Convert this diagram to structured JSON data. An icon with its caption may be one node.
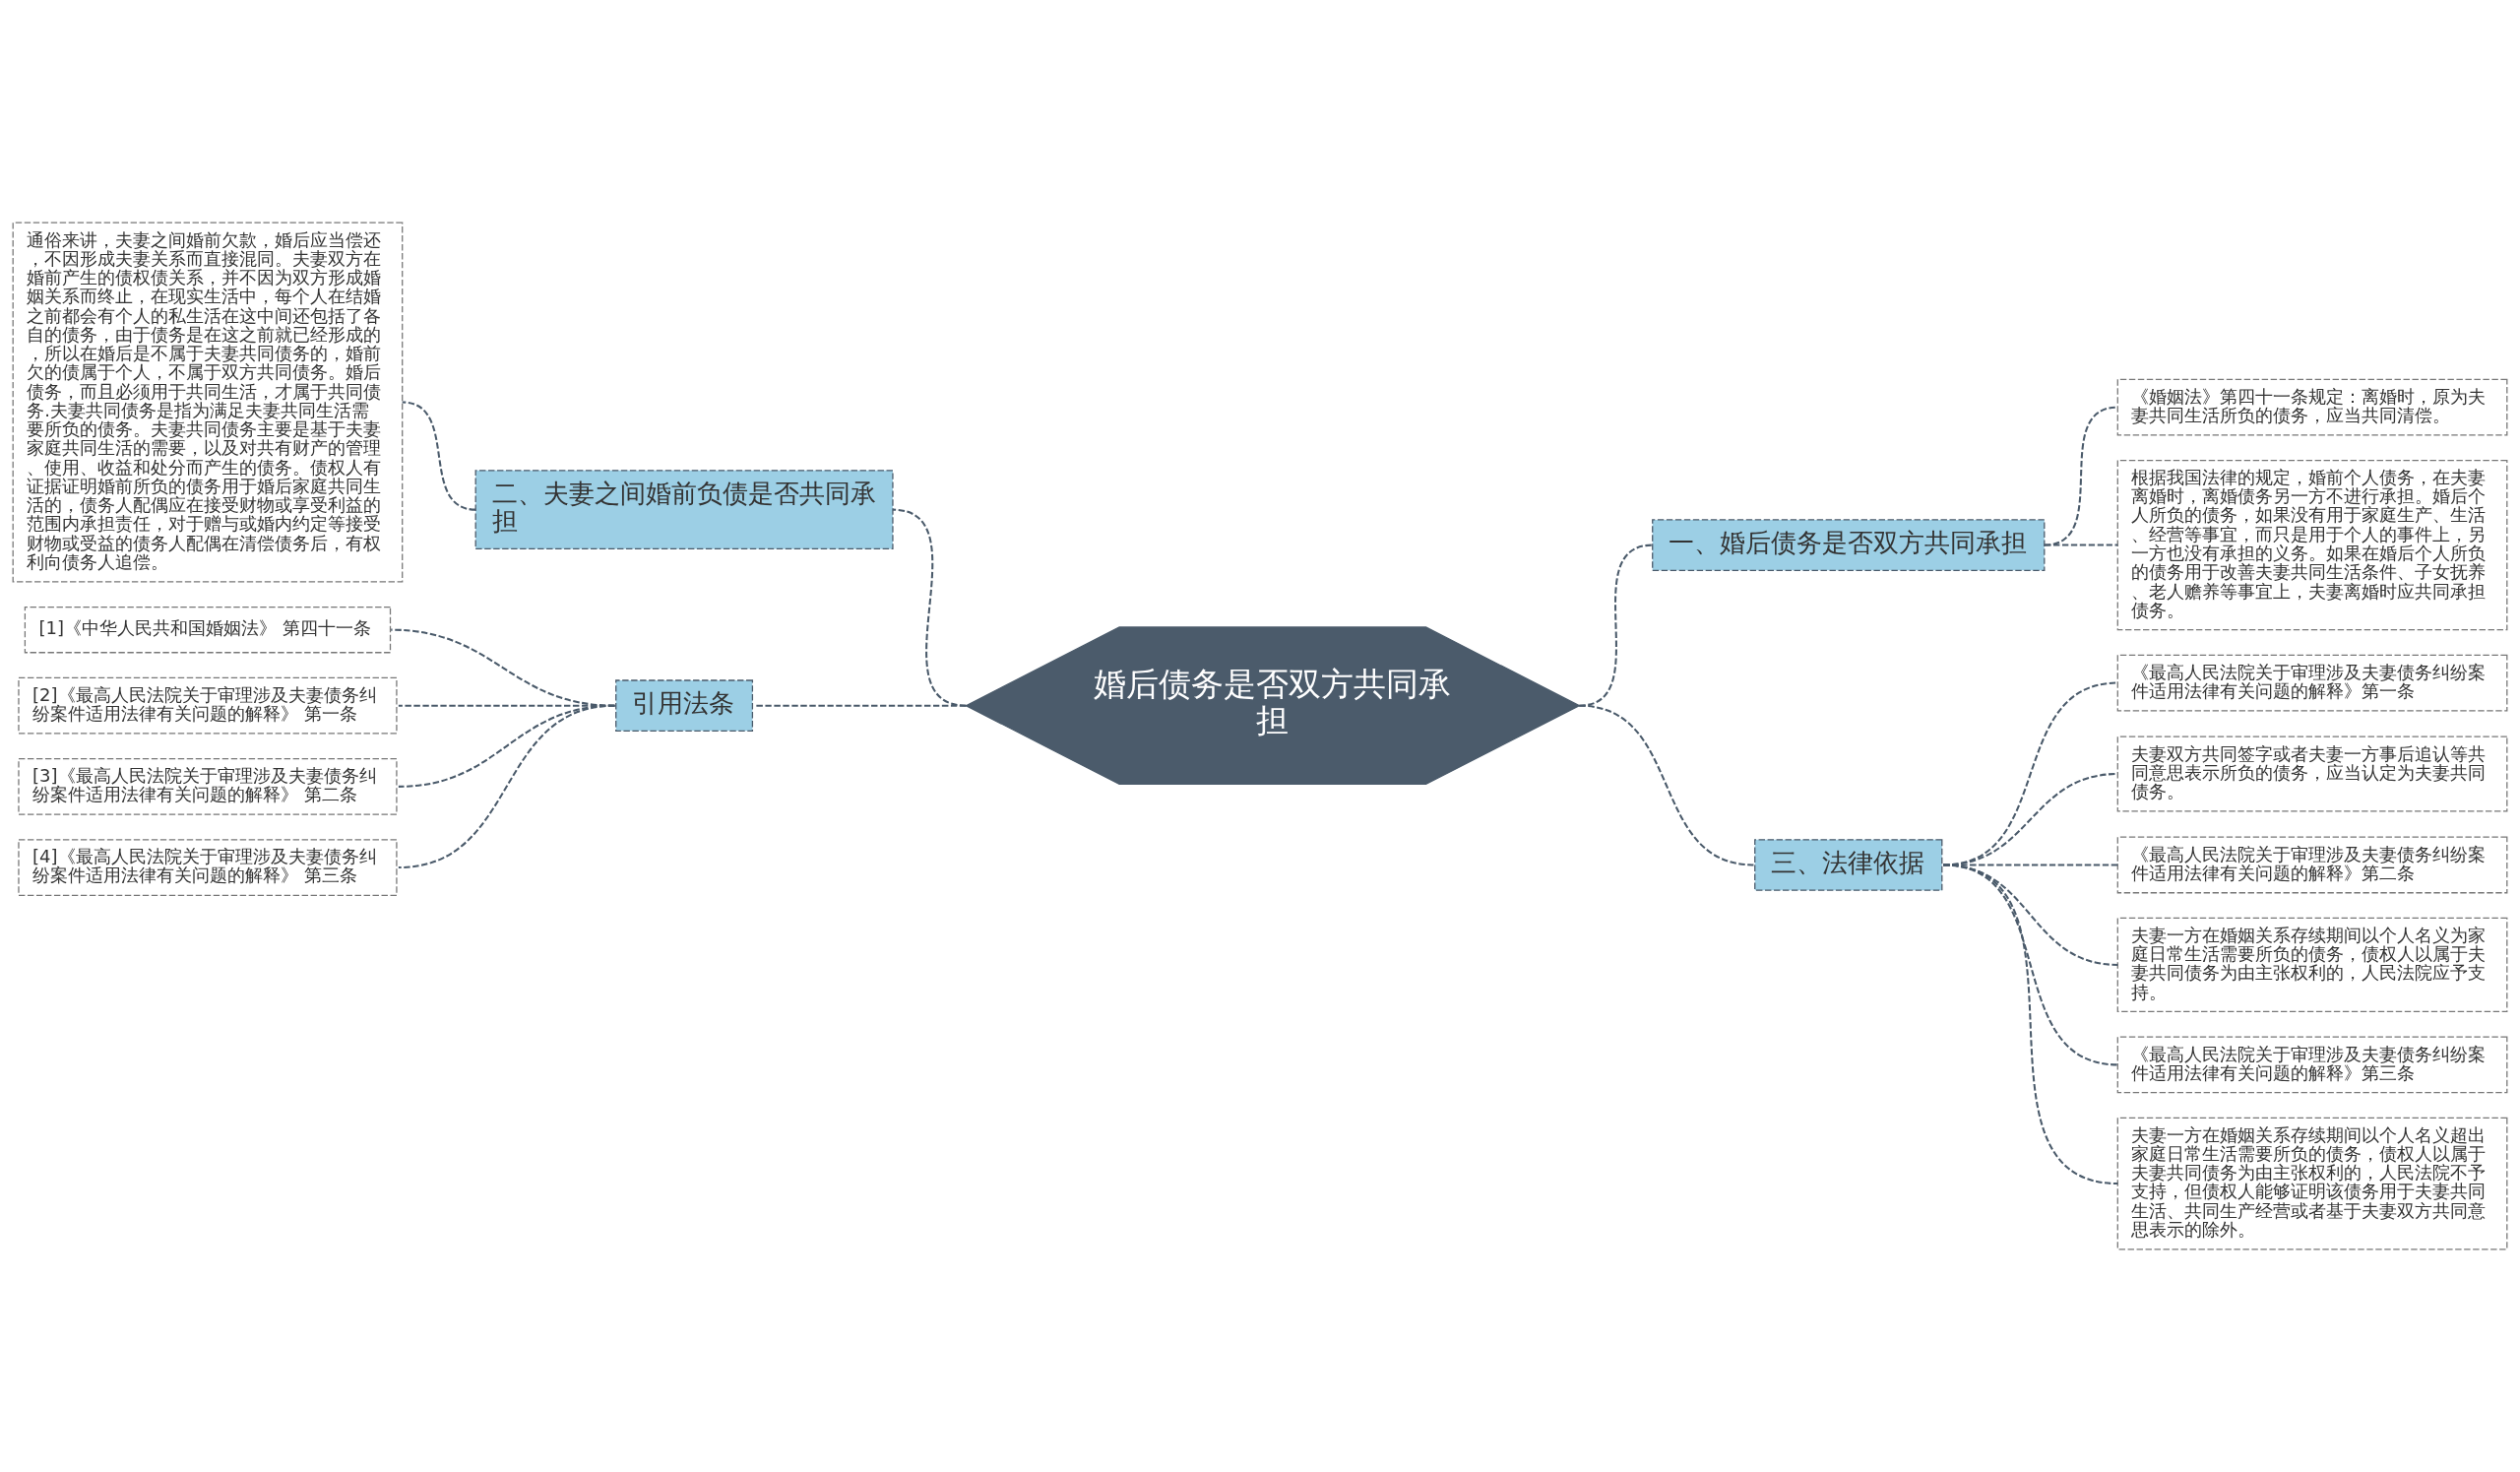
{
  "diagram": {
    "nodes": [
      {
        "text": [
          "婚后债务是否双方共同承担"
        ]
      },
      {
        "text": [
          "一、婚后债务是否双方共同承担"
        ]
      },
      {
        "text": [
          "《婚姻法》第四十一条规定：离婚时，原为夫妻共同生活所负的债务，应当共同清偿。"
        ]
      },
      {
        "text": [
          "根据我国法律的规定，婚前个人债务，在夫妻离婚时，离婚债务另一方不进行承担。婚后个人所负的债务，如果没有用于家庭生产、生活、经营等事宜，而只是用于个人的事件上，另一方也没有承担的义务。如果在婚后个人所负的债务用于改善夫妻共同生活条件、子女抚养、老人赡养等事宜上，夫妻离婚时应共同承担债务。"
        ]
      },
      {
        "text": [
          "二、夫妻之间婚前负债是否共同承担"
        ]
      },
      {
        "text": [
          "通俗来讲，夫妻之间婚前欠款，婚后应当偿还，不因形成夫妻关系而直接混同。夫妻双方在婚前产生的债权债关系，并不因为双方形成婚姻关系而终止，在现实生活中，每个人在结婚之前都会有个人的私生活在这中间还包括了各自的债务，由于债务是在这之前就已经形成的，所以在婚后是不属于夫妻共同债务的，婚前欠的债属于个人，不属于双方共同债务。婚后债务，而且必须用于共同生活，才属于共同债务.夫妻共同债务是指为满足夫妻共同生活需要所负的债务。夫妻共同债务主要是基于夫妻家庭共同生活的需要，以及对共有财产的管理、使用、收益和处分而产生的债务。债权人有证据证明婚前所负的债务用于婚后家庭共同生活的，债务人配偶应在接受财物或享受利益的范围内承担责任，对于赠与或婚内约定等接受财物或受益的债务人配偶在清偿债务后，有权利向债务人追偿。"
        ]
      },
      {
        "text": [
          "三、法律依据"
        ]
      },
      {
        "text": [
          "《最高人民法院关于审理涉及夫妻债务纠纷案件适用法律有关问题的解释》第一条"
        ]
      },
      {
        "text": [
          "夫妻双方共同签字或者夫妻一方事后追认等共同意思表示所负的债务，应当认定为夫妻共同债务。"
        ]
      },
      {
        "text": [
          "《最高人民法院关于审理涉及夫妻债务纠纷案件适用法律有关问题的解释》第二条"
        ]
      },
      {
        "text": [
          "夫妻一方在婚姻关系存续期间以个人名义为家庭日常生活需要所负的债务，债权人以属于夫妻共同债务为由主张权利的，人民法院应予支持。"
        ]
      },
      {
        "text": [
          "《最高人民法院关于审理涉及夫妻债务纠纷案件适用法律有关问题的解释》第三条"
        ]
      },
      {
        "text": [
          "夫妻一方在婚姻关系存续期间以个人名义超出家庭日常生活需要所负的债务，债权人以属于夫妻共同债务为由主张权利的，人民法院不予支持，但债权人能够证明该债务用于夫妻共同生活、共同生产经营或者基于夫妻双方共同意思表示的除外。"
        ]
      },
      {
        "text": [
          "引用法条"
        ]
      },
      {
        "text": [
          "[1]《中华人民共和国婚姻法》 第四十一条"
        ]
      },
      {
        "text": [
          "[2]《最高人民法院关于审理涉及夫妻债务纠纷案件适用法律有关问题的解释》 第一条"
        ]
      },
      {
        "text": [
          "[3]《最高人民法院关于审理涉及夫妻债务纠纷案件适用法律有关问题的解释》 第二条"
        ]
      },
      {
        "text": [
          "[4]《最高人民法院关于审理涉及夫妻债务纠纷案件适用法律有关问题的解释》 第三条"
        ]
      }
    ],
    "edges": [
      {
        "from": 0,
        "to": 1,
        "arrow": "none",
        "style": "dashed"
      },
      {
        "from": 1,
        "to": 2,
        "arrow": "none",
        "style": "dashed"
      },
      {
        "from": 1,
        "to": 3,
        "arrow": "none",
        "style": "dashed"
      },
      {
        "from": 0,
        "to": 4,
        "arrow": "none",
        "style": "dashed"
      },
      {
        "from": 4,
        "to": 5,
        "arrow": "none",
        "style": "dashed"
      },
      {
        "from": 0,
        "to": 6,
        "arrow": "none",
        "style": "dashed"
      },
      {
        "from": 6,
        "to": 7,
        "arrow": "none",
        "style": "dashed"
      },
      {
        "from": 6,
        "to": 8,
        "arrow": "none",
        "style": "dashed"
      },
      {
        "from": 6,
        "to": 9,
        "arrow": "none",
        "style": "dashed"
      },
      {
        "from": 6,
        "to": 10,
        "arrow": "none",
        "style": "dashed"
      },
      {
        "from": 6,
        "to": 11,
        "arrow": "none",
        "style": "dashed"
      },
      {
        "from": 6,
        "to": 12,
        "arrow": "none",
        "style": "dashed"
      },
      {
        "from": 0,
        "to": 13,
        "arrow": "none",
        "style": "dashed"
      },
      {
        "from": 13,
        "to": 14,
        "arrow": "none",
        "style": "dashed"
      },
      {
        "from": 13,
        "to": 15,
        "arrow": "none",
        "style": "dashed"
      },
      {
        "from": 13,
        "to": 16,
        "arrow": "none",
        "style": "dashed"
      },
      {
        "from": 13,
        "to": 17,
        "arrow": "none",
        "style": "dashed"
      }
    ]
  }
}
